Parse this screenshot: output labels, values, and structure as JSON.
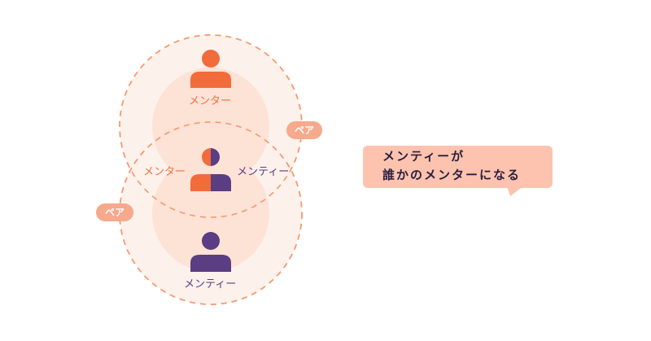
{
  "colors": {
    "orange": "#f26b3a",
    "purple": "#5a3d82",
    "dashed_ring": "#f4996d",
    "outer_fill": "#fdf1ec",
    "inner_fill": "#fde2d6",
    "pill_bg": "#f7a98c",
    "bubble_bg": "#fdc3af",
    "text_dark": "#2a1f3d"
  },
  "top_person": {
    "label": "メンター"
  },
  "middle_person": {
    "left_label": "メンター",
    "right_label": "メンティー"
  },
  "bottom_person": {
    "label": "メンティー"
  },
  "pairs": {
    "top_right": "ペア",
    "bottom_left": "ペア"
  },
  "speech_bubble": {
    "line1": "メンティーが",
    "line2": "誰かのメンターになる"
  }
}
